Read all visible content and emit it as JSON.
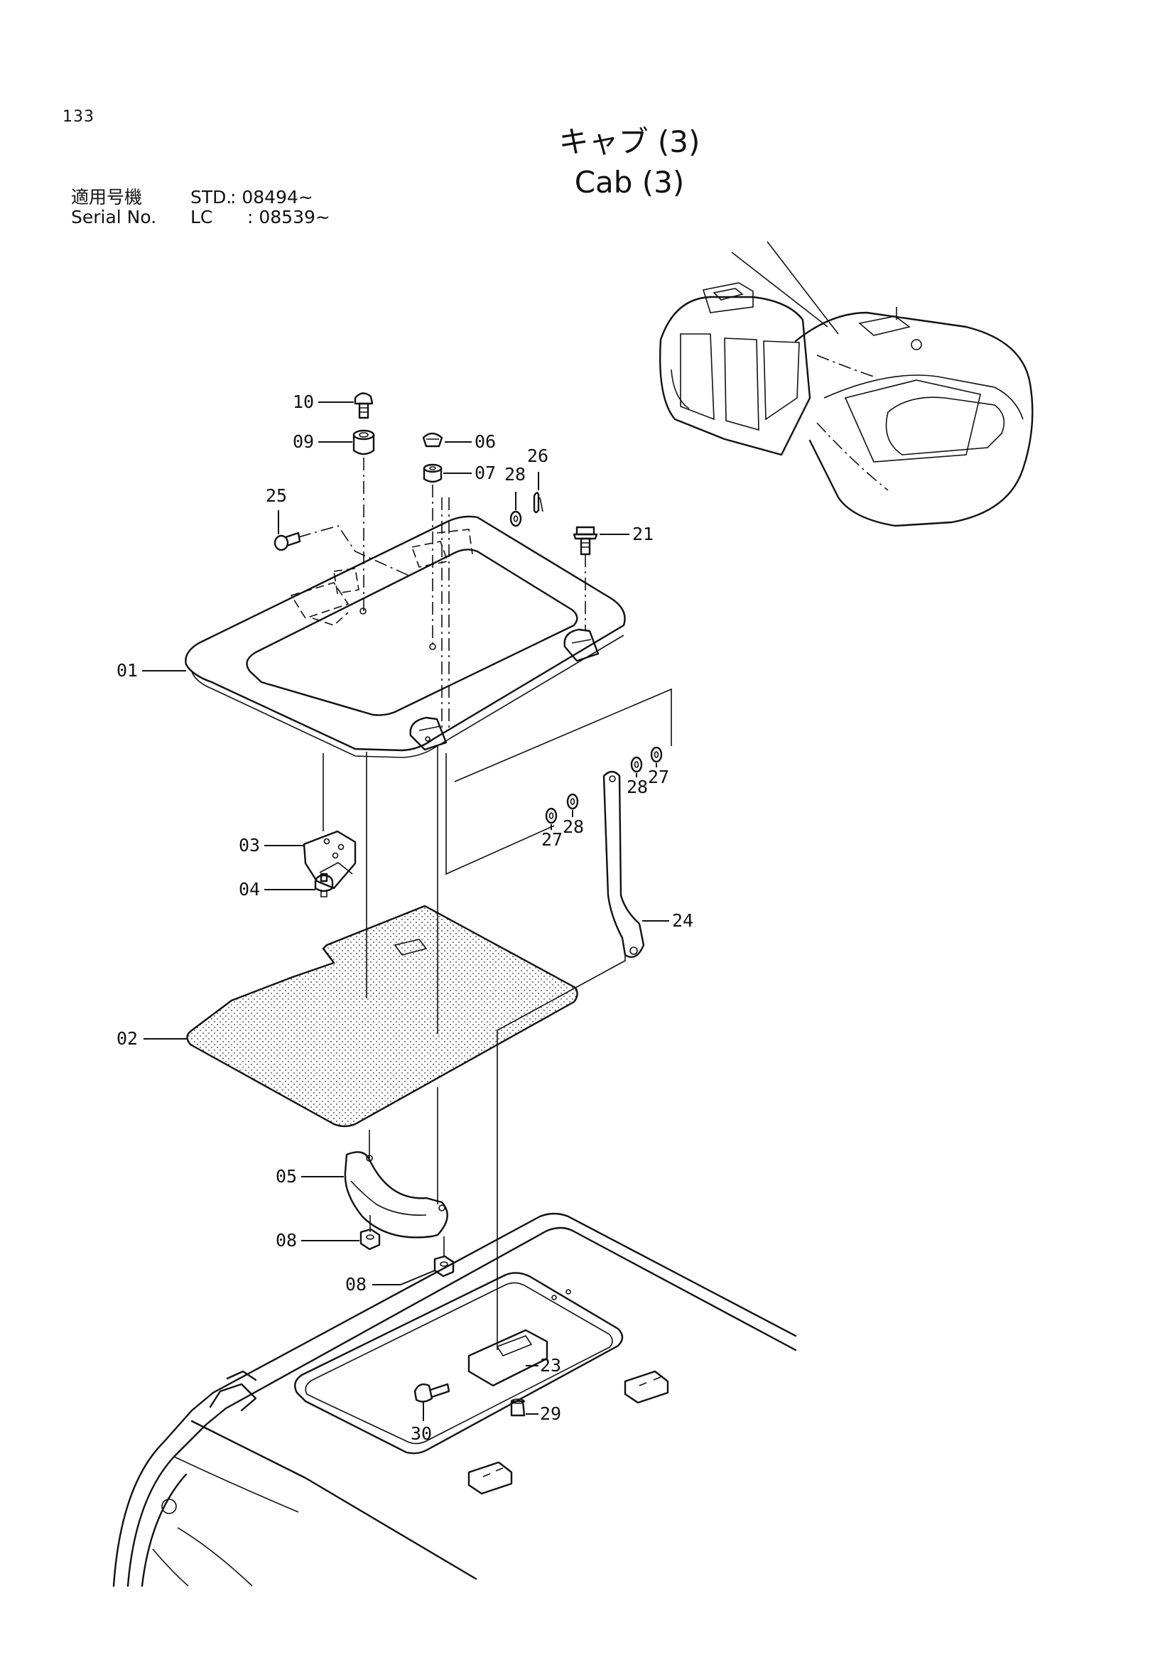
{
  "page_number": "133",
  "title": {
    "japanese": "キャブ (3)",
    "english": "Cab (3)"
  },
  "serial_info": {
    "label_jp": "適用号機",
    "label_en": "Serial No.",
    "rows": [
      {
        "model": "STD.",
        "value": ": 08494~"
      },
      {
        "model": "LC",
        "value": ": 08539~"
      }
    ]
  },
  "callouts": [
    {
      "id": "c10",
      "text": "10"
    },
    {
      "id": "c09",
      "text": "09"
    },
    {
      "id": "c06",
      "text": "06"
    },
    {
      "id": "c07",
      "text": "07"
    },
    {
      "id": "c26",
      "text": "26"
    },
    {
      "id": "c28a",
      "text": "28"
    },
    {
      "id": "c25",
      "text": "25"
    },
    {
      "id": "c21",
      "text": "21"
    },
    {
      "id": "c01",
      "text": "01"
    },
    {
      "id": "c03",
      "text": "03"
    },
    {
      "id": "c04",
      "text": "04"
    },
    {
      "id": "c27a",
      "text": "27"
    },
    {
      "id": "c28b",
      "text": "28"
    },
    {
      "id": "c28c",
      "text": "28"
    },
    {
      "id": "c27b",
      "text": "27"
    },
    {
      "id": "c24",
      "text": "24"
    },
    {
      "id": "c02",
      "text": "02"
    },
    {
      "id": "c05",
      "text": "05"
    },
    {
      "id": "c08a",
      "text": "08"
    },
    {
      "id": "c08b",
      "text": "08"
    },
    {
      "id": "c23",
      "text": "23"
    },
    {
      "id": "c29",
      "text": "29"
    },
    {
      "id": "c30",
      "text": "30"
    }
  ]
}
